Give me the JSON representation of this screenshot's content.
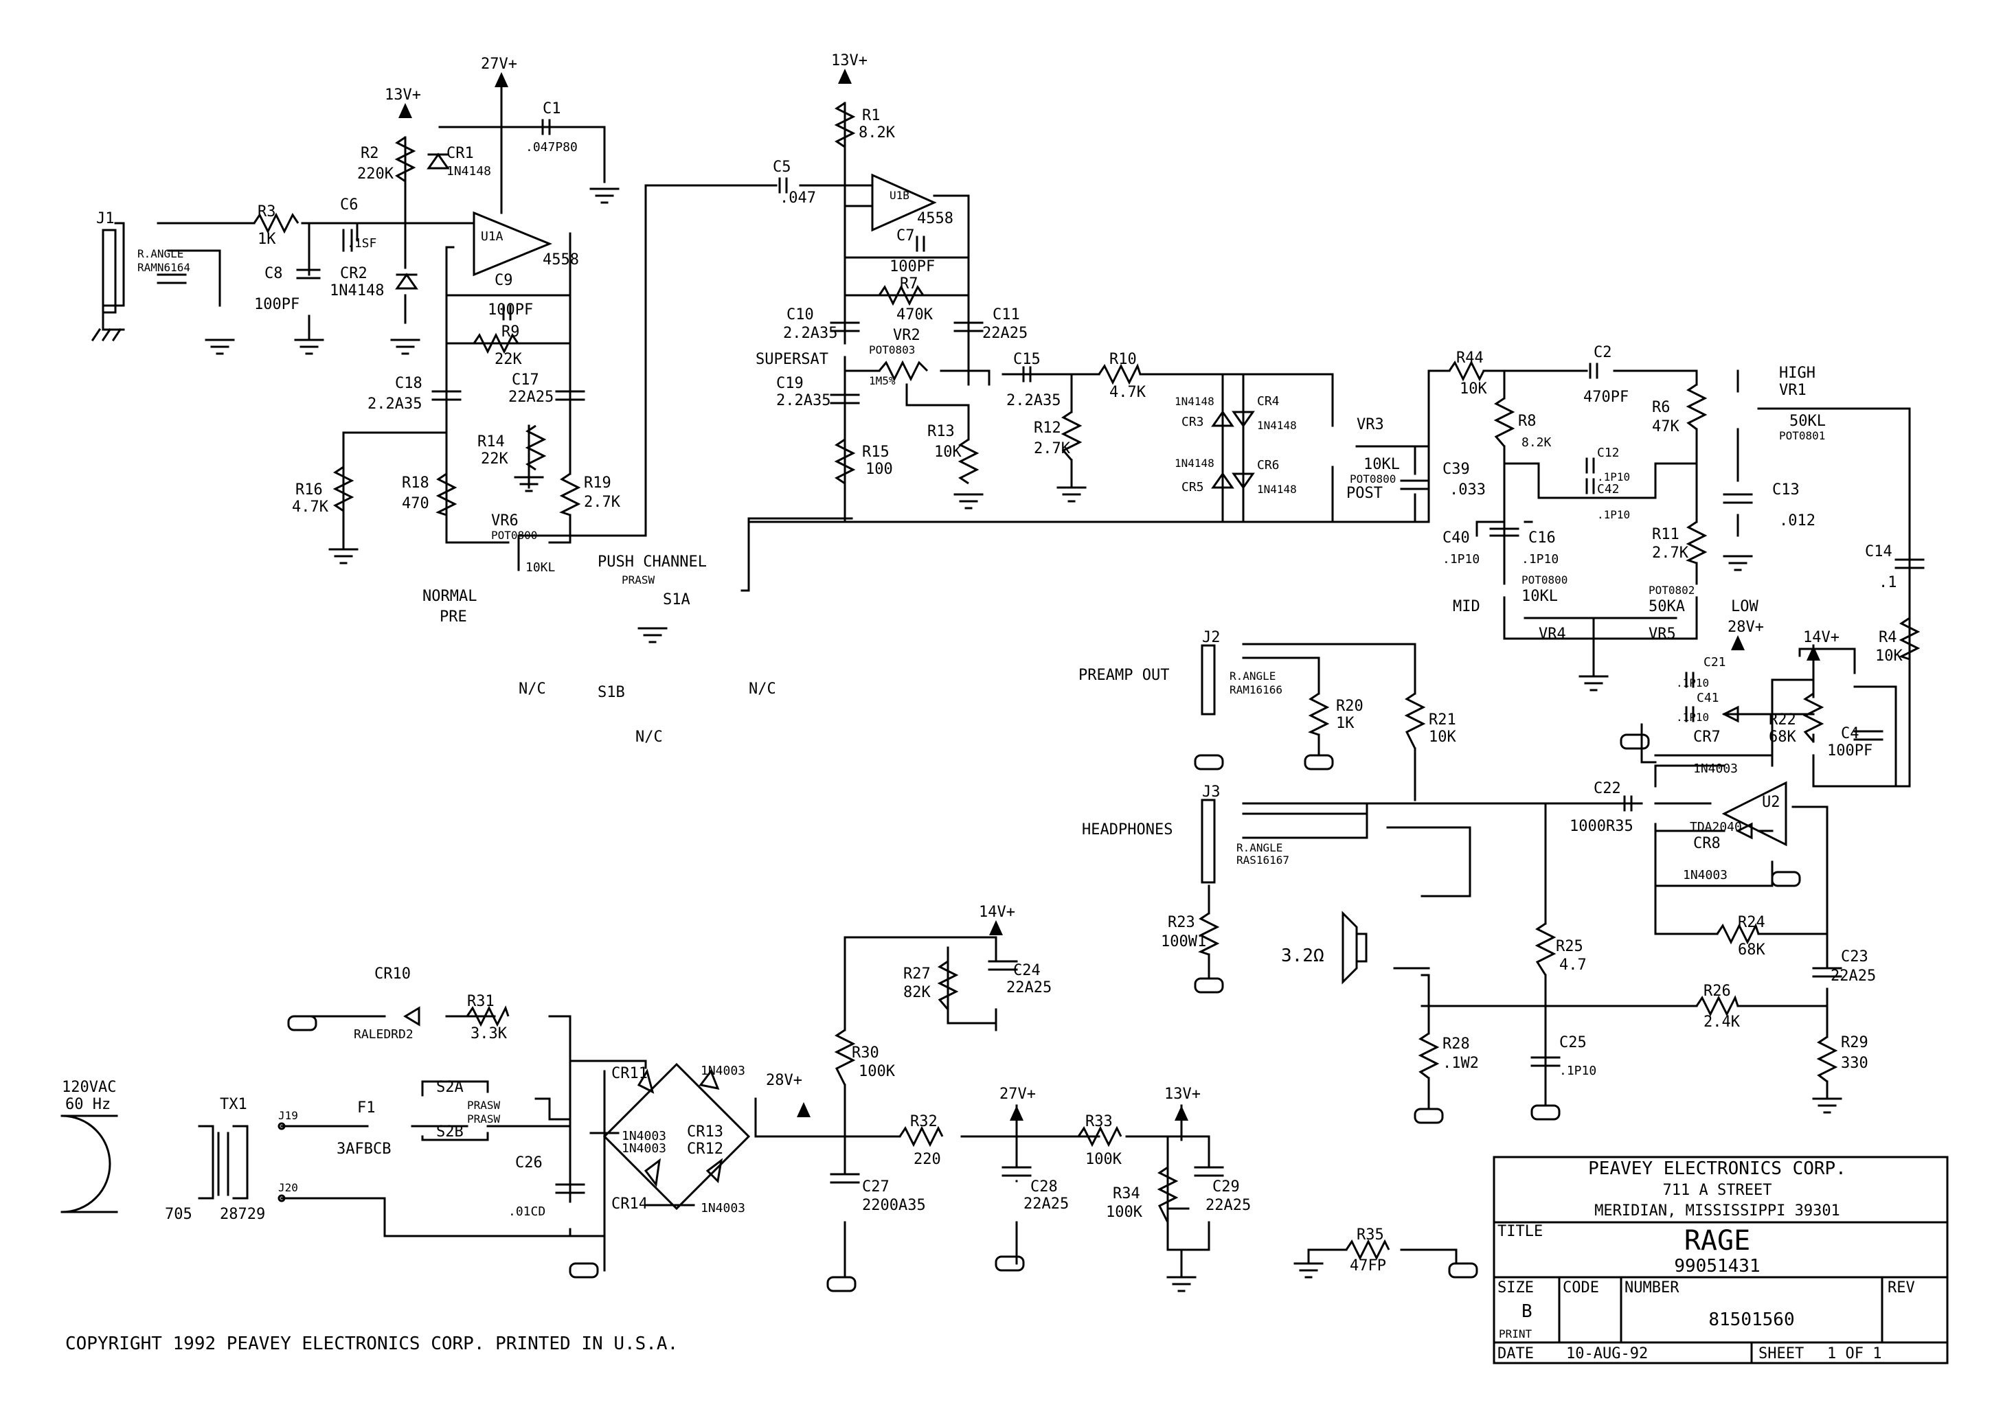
{
  "copyright": "COPYRIGHT 1992 PEAVEY ELECTRONICS CORP. PRINTED IN U.S.A.",
  "title_block": {
    "company": "PEAVEY ELECTRONICS CORP.",
    "street": "711 A STREET",
    "city": "MERIDIAN, MISSISSIPPI   39301",
    "title_label": "TITLE",
    "title": "RAGE",
    "subtitle": "99051431",
    "size_label": "SIZE",
    "size_value": "B",
    "print_label": "PRINT",
    "code_label": "CODE",
    "number_label": "NUMBER",
    "number_value": "81501560",
    "rev_label": "REV",
    "date_label": "DATE",
    "date_value": "10-AUG-92",
    "sheet_label": "SHEET",
    "sheet_value": "1 OF 1"
  },
  "power_labels": {
    "v13_a": "13V+",
    "v27_a": "27V+",
    "v13_b": "13V+",
    "v28_a": "28V+",
    "v14_a": "14V+",
    "v14_b": "14V+",
    "v28_b": "28V+",
    "v27_b": "27V+",
    "v13_c": "13V+"
  },
  "section_labels": {
    "push_channel": "PUSH CHANNEL",
    "normal": "NORMAL",
    "pre": "PRE",
    "supersat": "SUPERSAT",
    "post": "POST",
    "high": "HIGH",
    "mid": "MID",
    "low": "LOW",
    "preamp_out": "PREAMP OUT",
    "headphones": "HEADPHONES",
    "mains": "120VAC",
    "mains_freq": "60 Hz",
    "speaker": "3.2Ω",
    "nc_left": "N/C",
    "nc_right": "N/C",
    "nc_bottom": "N/C"
  },
  "components": {
    "J1": "J1",
    "J1_type": "R.ANGLE",
    "J1_part": "RAMN6164",
    "R3": "R3",
    "R3_val": "1K",
    "C6": "C6",
    "C6_val": ".1SF",
    "C8": "C8",
    "C8_val": "100PF",
    "CR2": "CR2",
    "CR2_val": "1N4148",
    "R2": "R2",
    "R2_val": "220K",
    "CR1": "CR1",
    "CR1_val": "1N4148",
    "C1": "C1",
    "C1_val": ".047P80",
    "U1A": "U1A",
    "U1A_val": "4558",
    "C9": "C9",
    "C9_val": "100PF",
    "R9": "R9",
    "R9_val": "22K",
    "C18": "C18",
    "C18_val": "2.2A35",
    "C17": "C17",
    "C17_val": "22A25",
    "R14": "R14",
    "R14_val": "22K",
    "R16": "R16",
    "R16_val": "4.7K",
    "R18": "R18",
    "R18_val": "470",
    "R19": "R19",
    "R19_val": "2.7K",
    "VR6": "VR6",
    "VR6_part": "POT0800",
    "VR6_val": "10KL",
    "S1A": "S1A",
    "S1_part": "PRASW",
    "S1B": "S1B",
    "C5": "C5",
    "C5_val": ".047",
    "R1": "R1",
    "R1_val": "8.2K",
    "U1B": "U1B",
    "U1B_val": "4558",
    "C7": "C7",
    "C7_val": "100PF",
    "R7": "R7",
    "R7_val": "470K",
    "C10": "C10",
    "C10_val": "2.2A35",
    "C11": "C11",
    "C11_val": "22A25",
    "VR2": "VR2",
    "VR2_part": "POT0803",
    "VR2_val": "1M5%",
    "C19": "C19",
    "C19_val": "2.2A35",
    "C15": "C15",
    "C15_val": "2.2A35",
    "R10": "R10",
    "R10_val": "4.7K",
    "R13": "R13",
    "R13_val": "10K",
    "R12": "R12",
    "R12_val": "2.7K",
    "R15": "R15",
    "R15_val": "100",
    "CR3": "CR3",
    "CR3_val": "1N4148",
    "CR4": "CR4",
    "CR4_val": "1N4148",
    "CR5": "CR5",
    "CR5_val": "1N4148",
    "CR6": "CR6",
    "CR6_val": "1N4148",
    "VR3": "VR3",
    "VR3_val": "10KL",
    "VR3_part": "POT0800",
    "C39": "C39",
    "C39_val": ".033",
    "R44": "R44",
    "R44_val": "10K",
    "C2": "C2",
    "C2_val": "470PF",
    "R8": "R8",
    "R8_val": "8.2K",
    "R6": "R6",
    "R6_val": "47K",
    "C12": "C12",
    "C12_val": ".1P10",
    "C42": "C42",
    "C42_val": ".1P10",
    "C40": "C40",
    "C40_val": ".1P10",
    "C16": "C16",
    "C16_val": ".1P10",
    "R11": "R11",
    "R11_val": "2.7K",
    "VR1": "VR1",
    "VR1_val": "50KL",
    "VR1_part": "POT0801",
    "C13": "C13",
    "C13_val": ".012",
    "VR4": "VR4",
    "VR4_part": "POT0800",
    "VR4_val": "10KL",
    "VR5": "VR5",
    "VR5_part": "POT0802",
    "VR5_val": "50KA",
    "C14": "C14",
    "C14_val": ".1",
    "R4": "R4",
    "R4_val": "10K",
    "J2": "J2",
    "J2_type": "R.ANGLE",
    "J2_part": "RAM16166",
    "R20": "R20",
    "R20_val": "1K",
    "R21": "R21",
    "R21_val": "10K",
    "C21": "C21",
    "C21_val": ".1P10",
    "C41": "C41",
    "C41_val": ".1P10",
    "CR7": "CR7",
    "CR7_val": "1N4003",
    "R22": "R22",
    "R22_val": "68K",
    "C4": "C4",
    "C4_val": "100PF",
    "J3": "J3",
    "J3_type": "R.ANGLE",
    "J3_part": "RAS16167",
    "C22": "C22",
    "C22_val": "1000R35",
    "U2": "U2",
    "U2_val": "TDA2040",
    "CR8": "CR8",
    "CR8_val": "1N4003",
    "R23": "R23",
    "R23_val": "100W1",
    "R24": "R24",
    "R24_val": "68K",
    "C23": "C23",
    "C23_val": "22A25",
    "R25": "R25",
    "R25_val": "4.7",
    "R26": "R26",
    "R26_val": "2.4K",
    "R28": "R28",
    "R28_val": ".1W2",
    "C25": "C25",
    "C25_val": ".1P10",
    "R29": "R29",
    "R29_val": "330",
    "CR10": "CR10",
    "CR10_val": "RALEDRD2",
    "R31": "R31",
    "R31_val": "3.3K",
    "TX1": "TX1",
    "TX1_a": "705",
    "TX1_b": "28729",
    "J19": "J19",
    "J20": "J20",
    "F1": "F1",
    "F1_val": "3AFBCB",
    "S2A": "S2A",
    "S2B": "S2B",
    "S2_part_a": "PRASW",
    "S2_part_b": "PRASW",
    "C26": "C26",
    "C26_val": ".01CD",
    "CR11": "CR11",
    "CR12": "CR12",
    "CR13": "CR13",
    "CR14": "CR14",
    "D_val": "1N4003",
    "R27": "R27",
    "R27_val": "82K",
    "C24": "C24",
    "C24_val": "22A25",
    "R30": "R30",
    "R30_val": "100K",
    "C27": "C27",
    "C27_val": "2200A35",
    "R32": "R32",
    "R32_val": "220",
    "C28": "C28",
    "C28_val": "22A25",
    "R33": "R33",
    "R33_val": "100K",
    "R34": "R34",
    "R34_val": "100K",
    "C29": "C29",
    "C29_val": "22A25",
    "R35": "R35",
    "R35_val": "47FP"
  }
}
